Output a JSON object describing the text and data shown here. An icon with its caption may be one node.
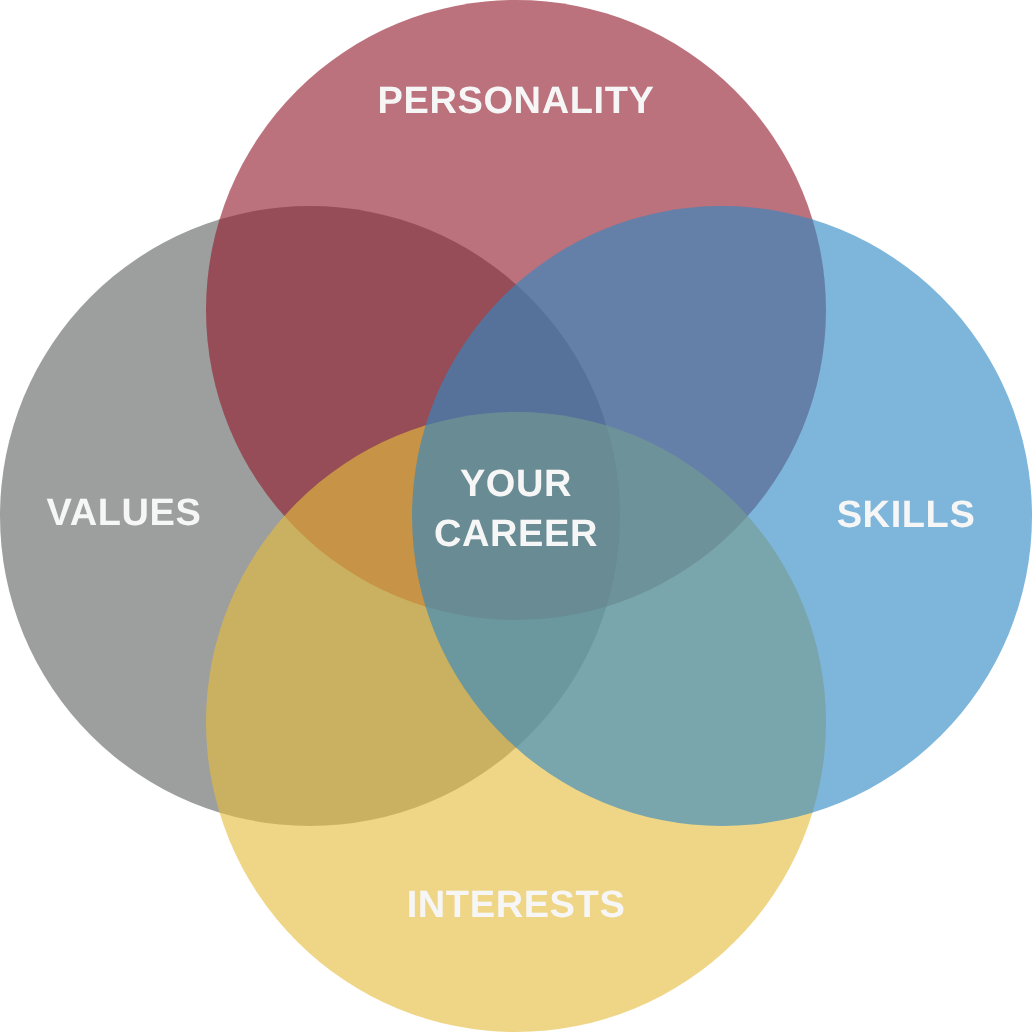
{
  "diagram": {
    "nodes": [
      {
        "text": [
          "PERSONALITY"
        ]
      },
      {
        "text": [
          "VALUES"
        ]
      },
      {
        "text": [
          "SKILLS"
        ]
      },
      {
        "text": [
          "INTERESTS"
        ]
      }
    ],
    "labels": [
      "YOUR CAREER"
    ]
  }
}
